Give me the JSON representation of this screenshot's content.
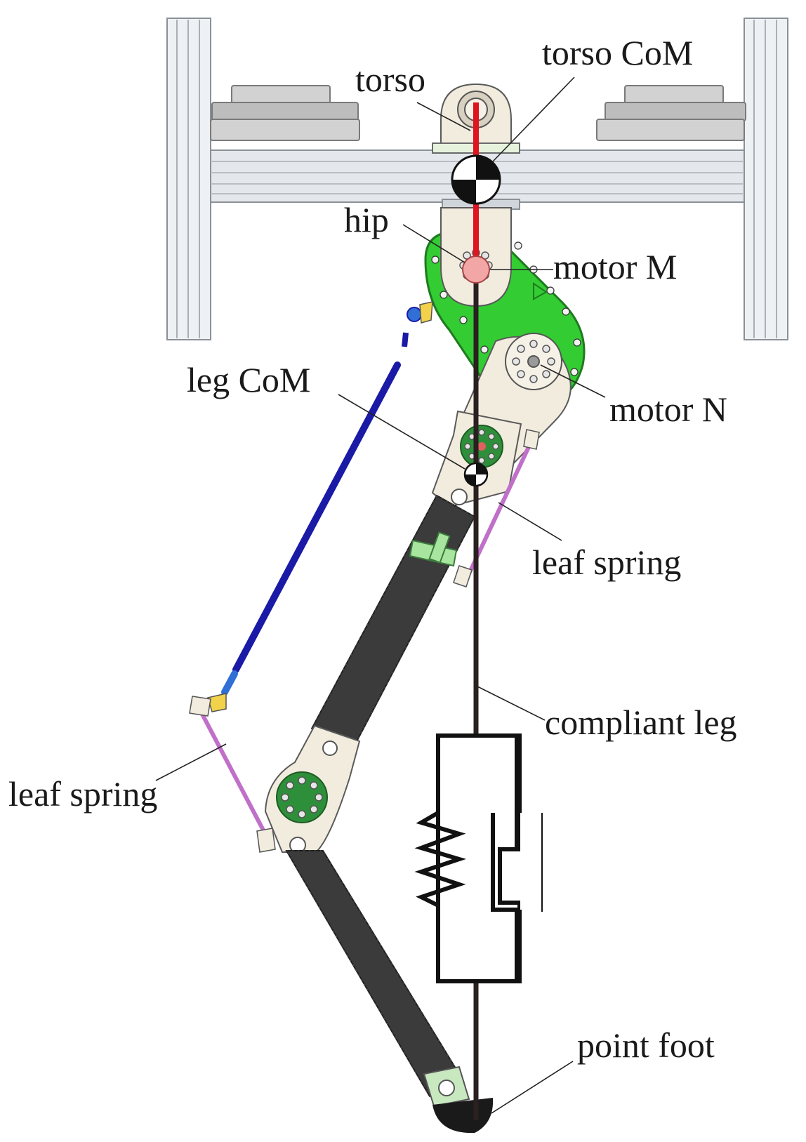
{
  "labels": {
    "torso_com": "torso CoM",
    "torso": "torso",
    "hip": "hip",
    "motor_m": "motor M",
    "leg_com": "leg CoM",
    "motor_n": "motor N",
    "leaf_spring_right": "leaf spring",
    "compliant_leg": "compliant leg",
    "leaf_spring_left": "leaf spring",
    "point_foot": "point foot"
  },
  "colors": {
    "torso_line": "#e0141e",
    "leg_line": "#2a2020",
    "hip_joint": "#f2a6a6",
    "green_plate": "#33cc33",
    "push_rod": "#1a1aa6",
    "leaf_spring": "#c070c8",
    "clamp": "#a8e6a0"
  }
}
